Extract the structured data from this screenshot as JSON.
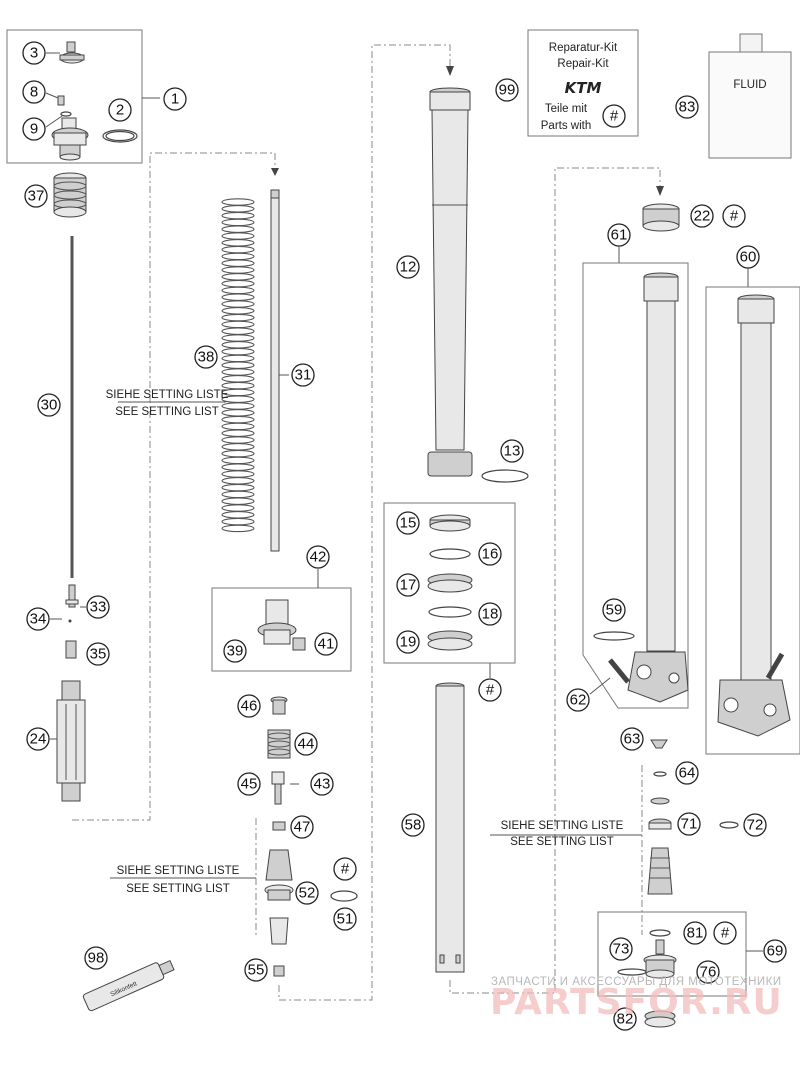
{
  "part_labels": {
    "p1": "1",
    "p2": "2",
    "p3": "3",
    "p8": "8",
    "p9": "9",
    "p37": "37",
    "p30": "30",
    "p34": "34",
    "p33": "33",
    "p35": "35",
    "p24": "24",
    "p38": "38",
    "p31": "31",
    "p42": "42",
    "p39": "39",
    "p41": "41",
    "p46": "46",
    "p44": "44",
    "p45": "45",
    "p43": "43",
    "p47": "47",
    "p52": "52",
    "p51": "51",
    "p55": "55",
    "p98": "98",
    "p99": "99",
    "p83": "83",
    "p12": "12",
    "p13": "13",
    "p15": "15",
    "p16": "16",
    "p17": "17",
    "p18": "18",
    "p19": "19",
    "p58": "58",
    "p22": "22",
    "p61": "61",
    "p60": "60",
    "p59": "59",
    "p62": "62",
    "p63": "63",
    "p64": "64",
    "p71": "71",
    "p72": "72",
    "p73": "73",
    "p81": "81",
    "p69": "69",
    "p76": "76",
    "p82": "82",
    "hash": "#"
  },
  "setting_note": {
    "line1": "SIEHE SETTING LISTE",
    "line2": "SEE SETTING LIST"
  },
  "repair_kit": {
    "line1": "Reparatur-Kit",
    "line2": "Repair-Kit",
    "brand": "KTM",
    "line3": "Teile mit",
    "line4": "Parts with",
    "symbol": "#"
  },
  "fluid_label": "FLUID",
  "tube_label": "Silikonfett",
  "watermark": {
    "line1": "ЗАПЧАСТИ И АКСЕССУАРЫ ДЛЯ МОТОТЕХНИКИ",
    "line2": "PARTSFOR.RU"
  }
}
